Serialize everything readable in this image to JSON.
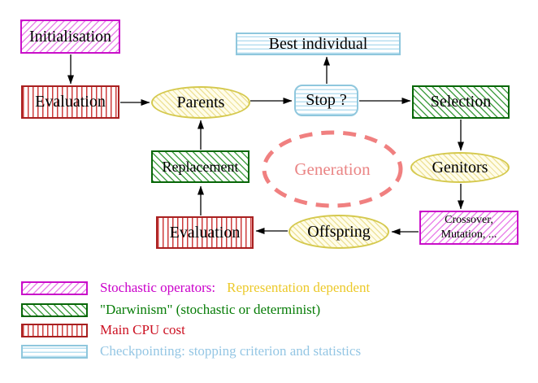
{
  "diagram": {
    "nodes": {
      "initialisation": "Initialisation",
      "evaluation_top": "Evaluation",
      "parents": "Parents",
      "best_individual": "Best individual",
      "stop": "Stop ?",
      "selection": "Selection",
      "genitors": "Genitors",
      "crossover_line1": "Crossover,",
      "crossover_line2": "Mutation, ...",
      "offspring": "Offspring",
      "evaluation_bottom": "Evaluation",
      "replacement": "Replacement",
      "generation": "Generation"
    },
    "edges": [
      {
        "from": "initialisation",
        "to": "evaluation_top"
      },
      {
        "from": "evaluation_top",
        "to": "parents"
      },
      {
        "from": "parents",
        "to": "stop"
      },
      {
        "from": "stop",
        "to": "best_individual"
      },
      {
        "from": "stop",
        "to": "selection"
      },
      {
        "from": "selection",
        "to": "genitors"
      },
      {
        "from": "genitors",
        "to": "crossover"
      },
      {
        "from": "crossover",
        "to": "offspring"
      },
      {
        "from": "offspring",
        "to": "evaluation_bottom"
      },
      {
        "from": "evaluation_bottom",
        "to": "replacement"
      },
      {
        "from": "replacement",
        "to": "parents"
      }
    ],
    "colors": {
      "magenta_border": "#c90fc9",
      "magenta_hatch": "#ea85ea",
      "green_border": "#076607",
      "green_hatch": "#46a046",
      "red_border": "#a82020",
      "red_stripe": "#cd3c3c",
      "cyan_border": "#8fc7dd",
      "cyan_line": "#b8dff0",
      "yellow_border": "#d5c94e",
      "yellow_hatch": "#eee29a",
      "generation_dash": "#f08080",
      "arrow": "#000000"
    }
  },
  "legend": {
    "row1_part1": "Stochastic operators:",
    "row1_part2": "Representation dependent",
    "row2": "\"Darwinism\" (stochastic or determinist)",
    "row3": "Main CPU cost",
    "row4": "Checkpointing: stopping criterion and statistics",
    "colors": {
      "row1_part1": "#ca00ca",
      "row1_part2": "#ecc929",
      "row2": "#067c06",
      "row3": "#cc1122",
      "row4": "#94c6e4"
    }
  }
}
